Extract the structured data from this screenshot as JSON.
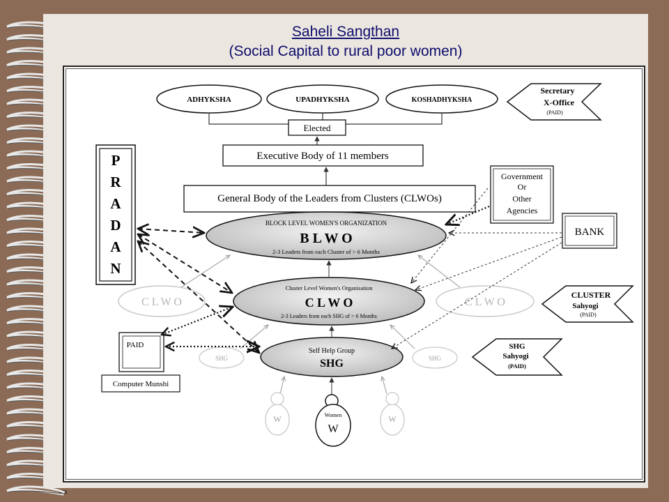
{
  "title": {
    "line1": "Saheli Sangthan",
    "line2": "(Social Capital to rural poor women)"
  },
  "officers": {
    "adhyksha": "ADHYKSHA",
    "upadhyksha": "UPADHYKSHA",
    "koshadhyksha": "KOSHADHYKSHA"
  },
  "elected": "Elected",
  "executive_body": "Executive Body of 11 members",
  "general_body": "General Body of the Leaders from Clusters (CLWOs)",
  "secretary": {
    "line1": "Secretary",
    "line2": "X-Office",
    "paid": "(PAID)"
  },
  "pradan": [
    "P",
    "R",
    "A",
    "D",
    "A",
    "N"
  ],
  "government": [
    "Government",
    "Or",
    "Other",
    "Agencies"
  ],
  "bank": "BANK",
  "blwo": {
    "title": "BLOCK LEVEL WOMEN'S ORGANIZATION",
    "abbr": "B L W O",
    "sub": "2-3 Leaders from each Cluster of > 6 Months"
  },
  "clwo": {
    "title": "Cluster Level Women's Organisation",
    "abbr": "C L W O",
    "sub": "2-3 Leaders from each SHG of > 6 Months"
  },
  "side_clwo_left": "C L W O",
  "side_clwo_right": "C L W O",
  "cluster_sahyogi": {
    "line1": "CLUSTER",
    "line2": "Sahyogi",
    "paid": "(PAID)"
  },
  "shg": {
    "title": "Self Help Group",
    "abbr": "SHG"
  },
  "side_shg_left": "SHG",
  "side_shg_right": "SHG",
  "shg_sahyogi": {
    "line1": "SHG",
    "line2": "Sahyogi",
    "paid": "(PAID)"
  },
  "computer_munshi": {
    "paid": "PAID",
    "label": "Computer Munshi"
  },
  "women": {
    "label": "Women",
    "center": "W",
    "left": "W",
    "right": "W"
  }
}
